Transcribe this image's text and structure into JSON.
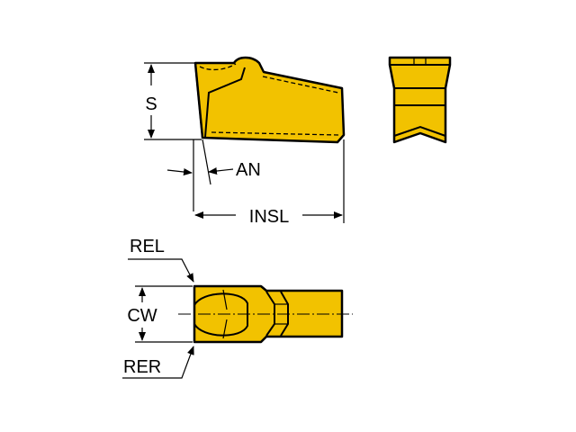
{
  "labels": {
    "s": "S",
    "an": "AN",
    "insl": "INSL",
    "rel": "REL",
    "cw": "CW",
    "rer": "RER"
  },
  "colors": {
    "insert_fill": "#F2C200",
    "outline": "#000000",
    "background": "#FFFFFF"
  }
}
